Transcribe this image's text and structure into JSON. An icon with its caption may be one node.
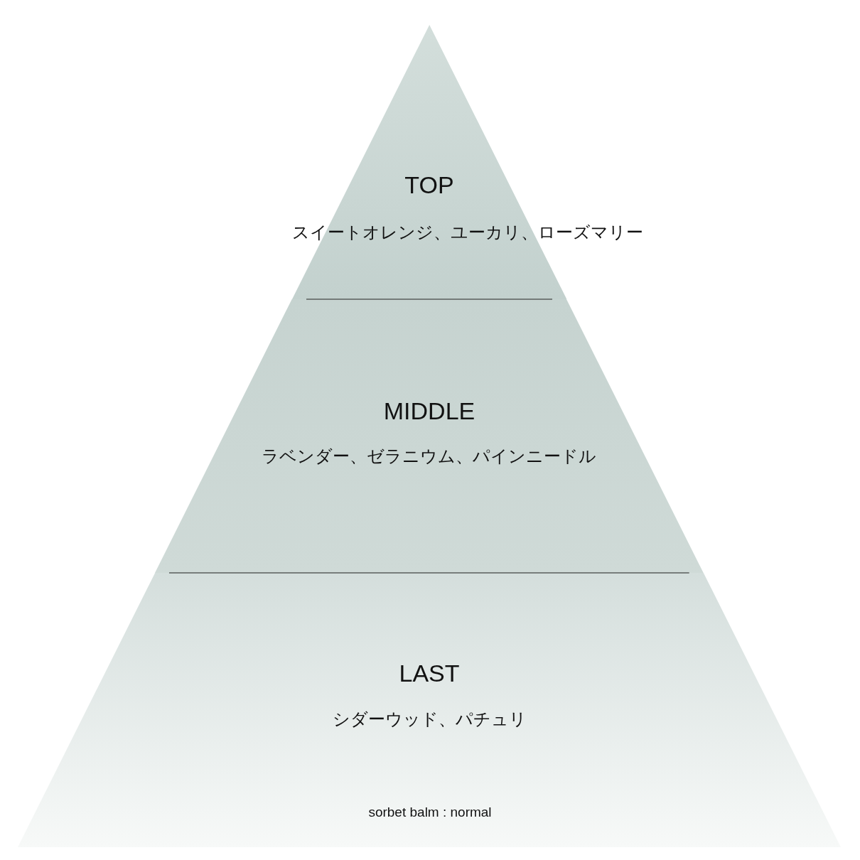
{
  "diagram": {
    "nodes": [
      {
        "text": [
          "TOP",
          "スイートオレンジ、ユーカリ、ローズマリー"
        ]
      },
      {
        "text": [
          "MIDDLE",
          "ラベンダー、ゼラニウム、パインニードル"
        ]
      },
      {
        "text": [
          "LAST",
          "シダーウッド、パチュリ"
        ]
      }
    ],
    "labels": [
      "sorbet balm : normal"
    ]
  }
}
